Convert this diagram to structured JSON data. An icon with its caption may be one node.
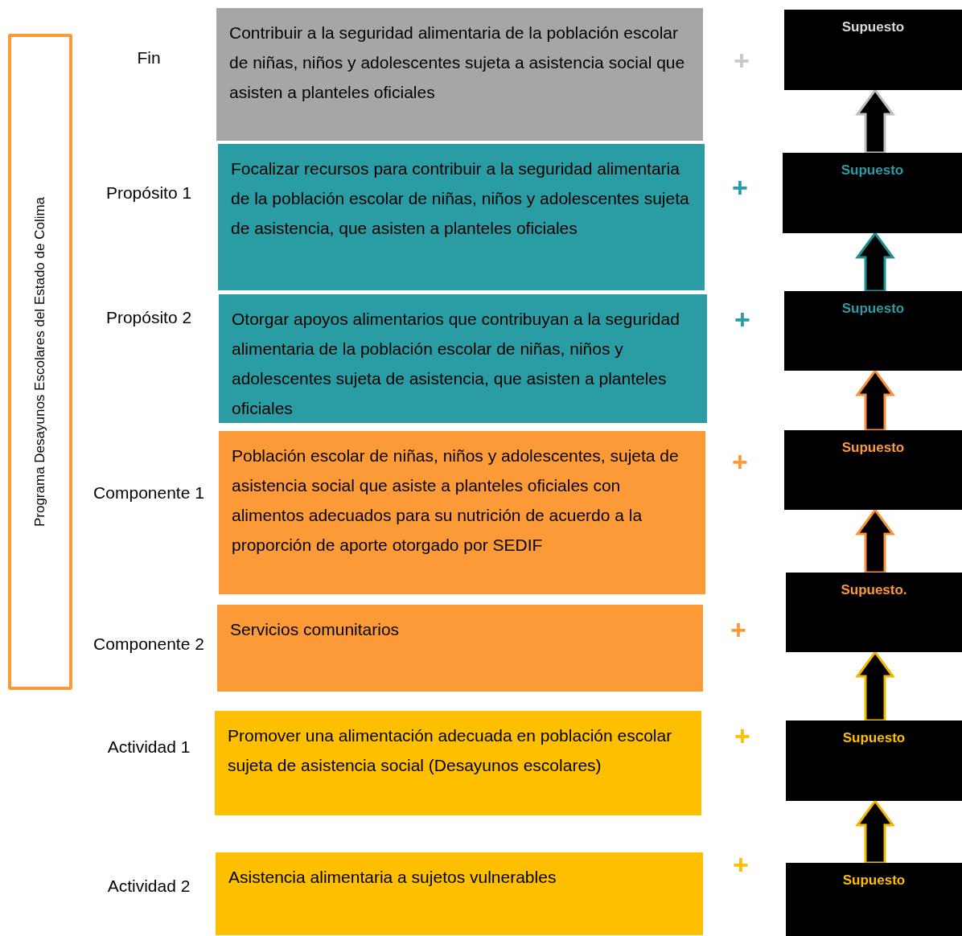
{
  "diagram": {
    "nodes": [
      {
        "text": [
          "Programa Desayunos Escolares del Estado de Colima"
        ]
      },
      {
        "text": [
          "Contribuir a la seguridad alimentaria de la población escolar de niñas, niños y adolescentes sujeta a asistencia social que asisten a planteles oficiales"
        ],
        "beside": [
          "Fin"
        ]
      },
      {
        "text": [
          "Focalizar recursos para contribuir a la seguridad alimentaria de la población escolar de niñas, niños y adolescentes sujeta de asistencia, que asisten a planteles oficiales"
        ],
        "beside": [
          "Propósito 1"
        ]
      },
      {
        "text": [
          "Otorgar apoyos alimentarios que contribuyan a la seguridad alimentaria de la población escolar de niñas, niños y adolescentes sujeta de asistencia, que asisten a planteles oficiales"
        ],
        "beside": [
          "Propósito 2"
        ]
      },
      {
        "text": [
          "Población escolar de niñas, niños y adolescentes, sujeta de asistencia social que asiste a planteles oficiales con alimentos adecuados para su nutrición de acuerdo a la proporción de aporte otorgado por SEDIF"
        ],
        "beside": [
          "Componente 1"
        ]
      },
      {
        "text": [
          "Servicios comunitarios"
        ],
        "beside": [
          "Componente 2"
        ]
      },
      {
        "text": [
          "Promover una alimentación adecuada en población escolar sujeta de asistencia social (Desayunos escolares)"
        ],
        "beside": [
          "Actividad 1"
        ]
      },
      {
        "text": [
          "Asistencia alimentaria a sujetos vulnerables"
        ],
        "beside": [
          "Actividad 2"
        ]
      },
      {
        "text": [
          "Supuesto"
        ]
      },
      {
        "text": [
          "Supuesto"
        ]
      },
      {
        "text": [
          "Supuesto"
        ]
      },
      {
        "text": [
          "Supuesto"
        ]
      },
      {
        "text": [
          "Supuesto."
        ]
      },
      {
        "text": [
          "Supuesto"
        ]
      },
      {
        "text": [
          "Supuesto"
        ]
      }
    ],
    "edges": [
      {
        "from": 9,
        "to": 8,
        "arrow": "to",
        "color": "#bfbfbf"
      },
      {
        "from": 10,
        "to": 9,
        "arrow": "to",
        "color": "#1f8f95"
      },
      {
        "from": 11,
        "to": 10,
        "arrow": "to",
        "color": "#f7923a"
      },
      {
        "from": 12,
        "to": 11,
        "arrow": "to",
        "color": "#f7923a"
      },
      {
        "from": 13,
        "to": 12,
        "arrow": "to",
        "color": "#f2b800"
      },
      {
        "from": 14,
        "to": 13,
        "arrow": "to",
        "color": "#f2b800"
      }
    ],
    "labels": [
      "+",
      "+",
      "+",
      "+",
      "+",
      "+",
      "+"
    ]
  }
}
